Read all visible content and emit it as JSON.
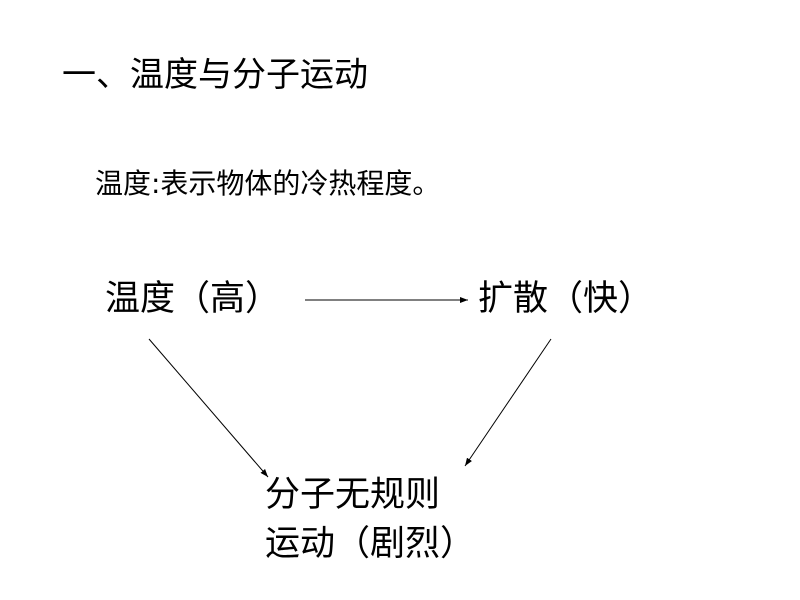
{
  "title": "一、温度与分子运动",
  "definition": "温度:表示物体的冷热程度。",
  "nodes": {
    "temperature": "温度（高）",
    "diffusion": "扩散（快）",
    "motion_line1": "分子无规则",
    "motion_line2": "运动（剧烈）"
  }
}
